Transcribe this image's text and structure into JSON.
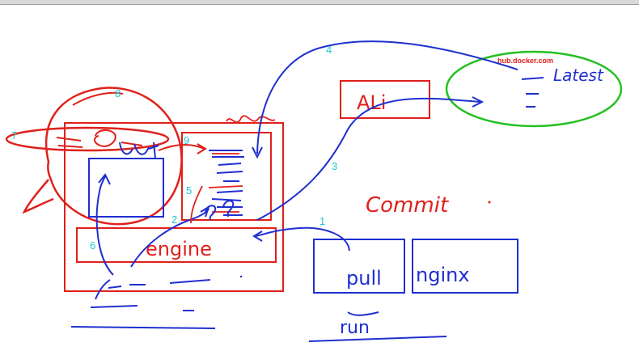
{
  "colors": {
    "red": "#e0201b",
    "blue": "#1f2fd0",
    "green": "#23c021",
    "cyan": "#1ec8d2"
  },
  "labels": {
    "hub_url": "hub.docker.com",
    "ali": "ALi",
    "engine": "engine",
    "latest": "Latest",
    "run": "run",
    "nginx": "nginx",
    "pull": "pull",
    "commit": "Commit"
  },
  "step_numbers": {
    "n1": "1",
    "n2": "2",
    "n3": "3",
    "n4": "4",
    "n5": "5",
    "n6": "6",
    "n7": "7",
    "n8": "8",
    "n9": "9"
  }
}
